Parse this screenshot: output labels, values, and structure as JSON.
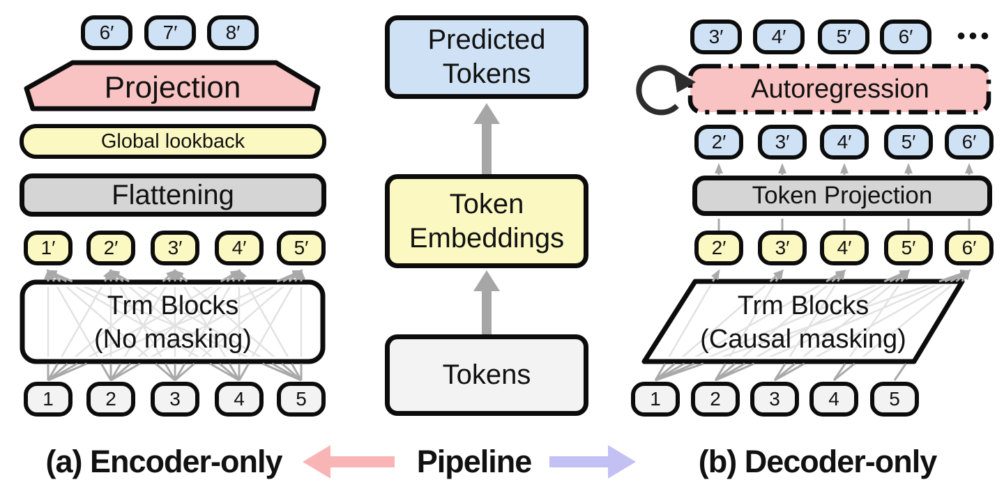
{
  "encoder": {
    "output_tokens": [
      "6′",
      "7′",
      "8′"
    ],
    "projection_label": "Projection",
    "global_lookback_label": "Global lookback",
    "flattening_label": "Flattening",
    "hidden_tokens": [
      "1′",
      "2′",
      "3′",
      "4′",
      "5′"
    ],
    "trm_line1": "Trm Blocks",
    "trm_line2": "(No masking)",
    "input_tokens": [
      "1",
      "2",
      "3",
      "4",
      "5"
    ]
  },
  "pipeline": {
    "predicted_line1": "Predicted",
    "predicted_line2": "Tokens",
    "embeddings_line1": "Token",
    "embeddings_line2": "Embeddings",
    "tokens_label": "Tokens"
  },
  "decoder": {
    "generated_tokens": [
      "3′",
      "4′",
      "5′",
      "6′"
    ],
    "ellipsis": "•••",
    "autoregression_label": "Autoregression",
    "predicted_tokens": [
      "2′",
      "3′",
      "4′",
      "5′",
      "6′"
    ],
    "token_projection_label": "Token Projection",
    "hidden_tokens": [
      "2′",
      "3′",
      "4′",
      "5′",
      "6′"
    ],
    "trm_line1": "Trm Blocks",
    "trm_line2": "(Causal masking)",
    "input_tokens": [
      "1",
      "2",
      "3",
      "4",
      "5"
    ]
  },
  "captions": {
    "left": "(a) Encoder-only",
    "center": "Pipeline",
    "right": "(b) Decoder-only"
  },
  "connections": {
    "encoder": "all-to-all",
    "decoder": "causal"
  },
  "icons": {
    "loop": "autoregression-loop-arrow",
    "ellipsis": "more-tokens-dots"
  },
  "colors": {
    "ink": "#0c0c0c",
    "pink": "#f9c3c3",
    "yellow": "#fbf8c2",
    "blue": "#cfe2f5",
    "grayBox": "#d5d5d5",
    "pillGray": "#f3f3f3",
    "arrowGray": "#a9a9a9",
    "arrowGray2": "#a6a6a6",
    "lightLine": "#e2e2e2",
    "arrowPink": "#f9b5b5",
    "arrowPurple": "#c3c0f3",
    "loop": "#2d2d2d"
  }
}
